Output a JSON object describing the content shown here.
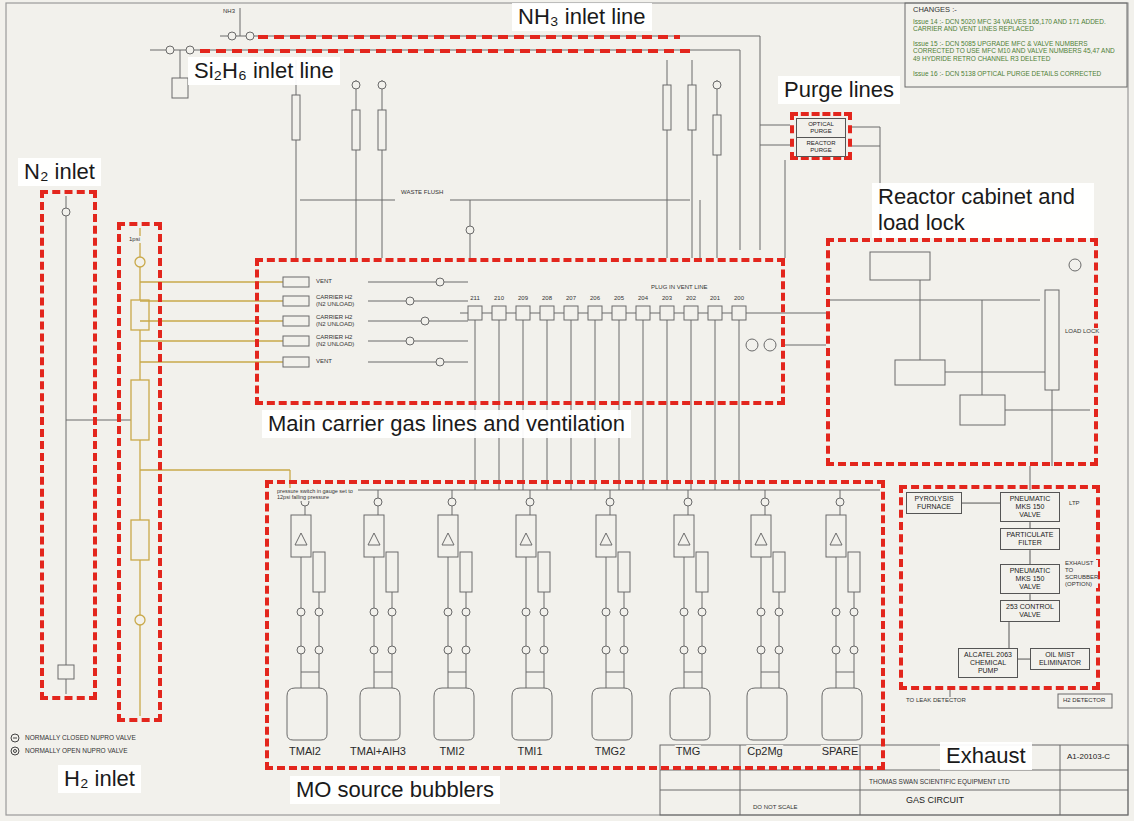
{
  "diagram": {
    "nodes": [
      {
        "text": [
          "Purge lines"
        ]
      },
      {
        "text": [
          "OPTICAL PURGE"
        ],
        "in": 0
      },
      {
        "text": [
          "REACTOR PURGE"
        ],
        "in": 0
      },
      {
        "text": [
          "N₂ inlet"
        ]
      },
      {
        "text": [
          "Reactor cabinet and load lock"
        ]
      },
      {
        "text": [
          "H₂ inlet"
        ]
      },
      {
        "text": [
          "Main carrier gas lines and ventilation"
        ]
      },
      {
        "text": [
          "Exhaust"
        ]
      },
      {
        "text": [
          "PYROLYSIS FURNACE"
        ],
        "in": 7
      },
      {
        "text": [
          "PNEUMATIC MKS 150 VALVE"
        ],
        "in": 7
      },
      {
        "text": [
          "PARTICULATE FILTER"
        ],
        "in": 7
      },
      {
        "text": [
          "PNEUMATIC MKS 150 VALVE"
        ],
        "in": 7
      },
      {
        "text": [
          "253 CONTROL VALVE"
        ],
        "in": 7
      },
      {
        "text": [
          "ALCATEL 2063 CHEMICAL PUMP"
        ],
        "in": 7
      },
      {
        "text": [
          "OIL MIST ELIMINATOR"
        ],
        "in": 7
      },
      {
        "text": [
          "MO source bubblers"
        ]
      }
    ],
    "edges": [
      {
        "from": 8,
        "to": 9,
        "arrow": "none"
      },
      {
        "from": 9,
        "to": 10,
        "arrow": "none"
      },
      {
        "from": 10,
        "to": 11,
        "arrow": "none"
      },
      {
        "from": 11,
        "to": 12,
        "arrow": "none"
      },
      {
        "from": 12,
        "to": 13,
        "arrow": "none"
      },
      {
        "from": 13,
        "to": 14,
        "arrow": "none"
      }
    ],
    "labels": [
      "NH₃ inlet line",
      "Si₂H₆ inlet line",
      "NH3",
      "CHANGES :-",
      "Issue 14 :- DCN 5020 MFC 34 VALVES 165,170 AND 171 ADDED. CARRIER AND VENT LINES REPLACED",
      "Issue 15 :- DCN 5085 UPGRADE MFC & VALVE NUMBERS CORRECTED TO USE MFC M10 AND VALVE NUMBERS 45,47 AND 49 HYDRIDE RETRO CHANNEL R3 DELETED",
      "Issue 16 :- DCN 5138 OPTICAL PURGE DETAILS CORRECTED",
      "WASTE FLUSH",
      "1psi",
      "VENT",
      "CARRIER H2",
      "(N2 UNLOAD)",
      "CARRIER H2",
      "(N2 UNLOAD)",
      "CARRIER H2",
      "(N2 UNLOAD)",
      "VENT",
      "PLUG IN VENT LINE",
      "211",
      "210",
      "209",
      "208",
      "207",
      "206",
      "205",
      "204",
      "203",
      "202",
      "201",
      "200",
      "TMAl2",
      "TMAl+AlH3",
      "TMI2",
      "TMI1",
      "TMG2",
      "TMG",
      "Cp2Mg",
      "SPARE",
      "pressure switch in gauge set to 12psi falling pressure",
      "EXHAUST TO SCRUBBER (OPTION)",
      "LTP",
      "TO LEAK DETECTOR",
      "H2 DETECTOR",
      "LOAD LOCK",
      "THOMAS SWAN SCIENTIFIC EQUIPMENT LTD",
      "GAS CIRCUIT",
      "A1-20103-C",
      "DO NOT SCALE"
    ],
    "legend": [
      {
        "text": "NORMALLY CLOSED NUPRO VALVE"
      },
      {
        "text": "NORMALLY OPEN NUPRO VALVE"
      }
    ]
  }
}
